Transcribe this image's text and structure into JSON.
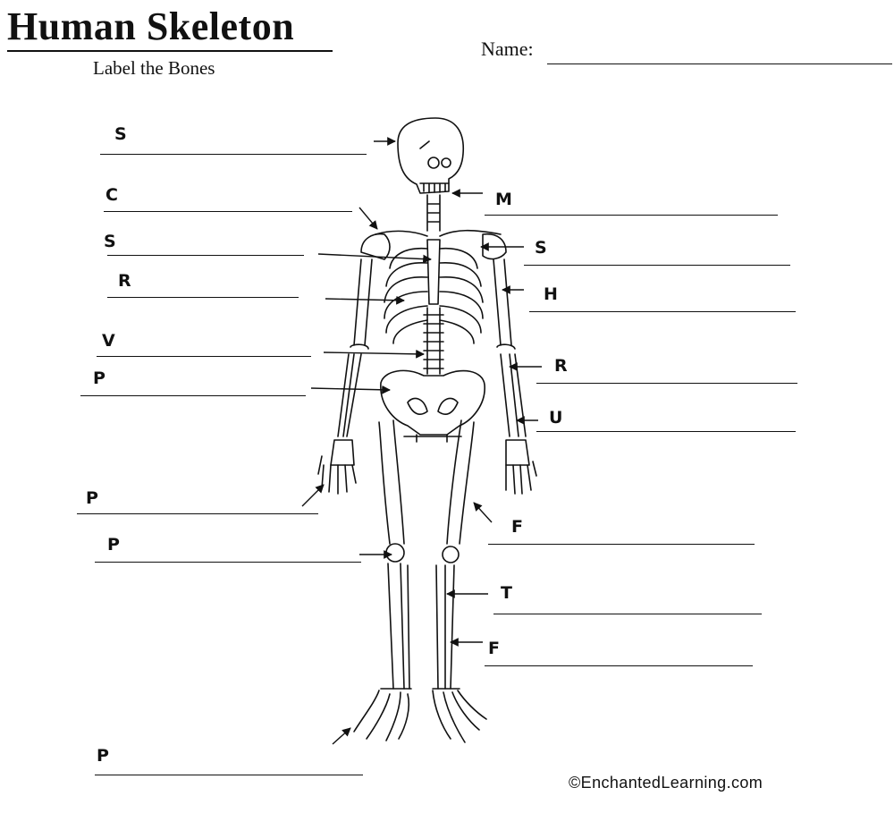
{
  "header": {
    "title": "Human Skeleton",
    "subtitle": "Label the Bones",
    "name_label": "Name:"
  },
  "labels": {
    "left": [
      "S",
      "C",
      "S",
      "R",
      "V",
      "P",
      "P",
      "P",
      "P"
    ],
    "right": [
      "M",
      "S",
      "H",
      "R",
      "U",
      "F",
      "T",
      "F"
    ]
  },
  "footer": {
    "copyright": "©EnchantedLearning.com"
  }
}
